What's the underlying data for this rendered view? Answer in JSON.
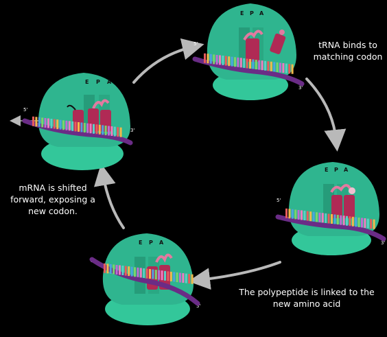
{
  "colors": {
    "background": "#000000",
    "ribosome_large": "#2fb58f",
    "ribosome_small": "#33c79a",
    "mrna_backbone": "#6a2c86",
    "trna": "#b02a55",
    "peptide": "#e27aa0",
    "arrow": "#b9b9b9",
    "text": "#ffffff"
  },
  "captions": {
    "trna_binds": "tRNA binds to\nmatching codon",
    "polypeptide_linked": "The polypeptide is linked to the\nnew amino acid",
    "mrna_shifted": "mRNA is shifted\nforward, exposing a\nnew codon."
  },
  "site_labels": {
    "e": "E",
    "p": "P",
    "a": "A"
  },
  "ends": {
    "five": "5'",
    "three": "3'"
  },
  "stages": [
    {
      "id": "top",
      "trna_in_p": true,
      "trna_in_a": false,
      "incoming_trna": true
    },
    {
      "id": "right",
      "trna_in_p": true,
      "trna_in_a": true,
      "incoming_trna": false
    },
    {
      "id": "bottom",
      "trna_in_p": true,
      "trna_in_a": true,
      "incoming_trna": false
    },
    {
      "id": "left",
      "trna_in_p": true,
      "trna_in_a": true,
      "incoming_trna": false,
      "exiting_trna": true
    }
  ]
}
